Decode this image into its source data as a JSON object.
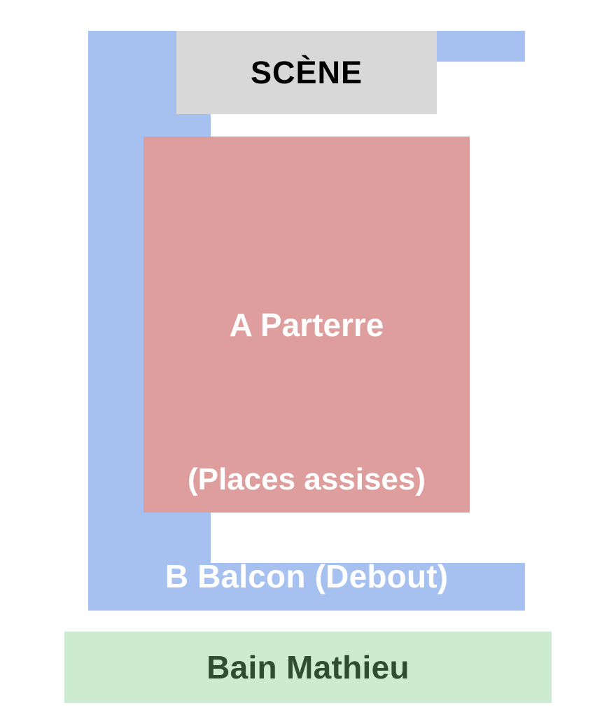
{
  "venue": {
    "name": "Bain Mathieu",
    "footer_background_color": "#ccebd0",
    "footer_text_color": "#2e4d33"
  },
  "stage": {
    "label": "SCÈNE",
    "background_color": "#d8d8d8",
    "text_color": "#000000"
  },
  "sections": {
    "parterre": {
      "label": "A Parterre",
      "sublabel": "(Places assises)",
      "code": "A",
      "seating_type": "Places assises",
      "background_color": "#df9e9e",
      "text_color": "#ffffff"
    },
    "balcony": {
      "label": "B Balcon (Debout)",
      "code": "B",
      "seating_type": "Debout",
      "background_color": "#a6c1ef",
      "text_color": "#ffffff"
    }
  }
}
